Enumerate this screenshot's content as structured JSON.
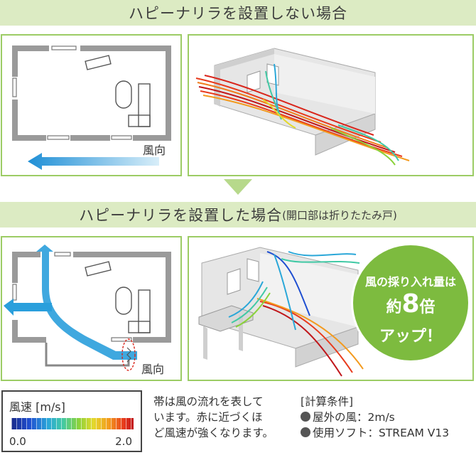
{
  "top_title": "ハピーナリラを設置しない場合",
  "bottom_title": "ハピーナリラを設置した場合",
  "bottom_title_note": "(開口部は折りたたみ戸)",
  "wind_direction_label": "風向",
  "badge": {
    "line1": "風の採り入れ量は",
    "line2_prefix": "約",
    "line2_number": "8",
    "line2_suffix": "倍",
    "line3": "アップ！"
  },
  "legend": {
    "title": "風速 [m/s]",
    "min": "0.0",
    "max": "2.0"
  },
  "description": [
    "帯は風の流れを表して",
    "います。赤に近づくほ",
    "ど風速が強くなります。"
  ],
  "conditions": {
    "heading": "[計算条件]",
    "items": [
      "屋外の風：2m/s",
      "使用ソフト：STREAM V13"
    ]
  },
  "colors": {
    "accent_green": "#9ccc65",
    "band_bg": "#dcebc3",
    "badge_green": "#7dbb3f",
    "flow_blue": "#2a9fdc"
  }
}
